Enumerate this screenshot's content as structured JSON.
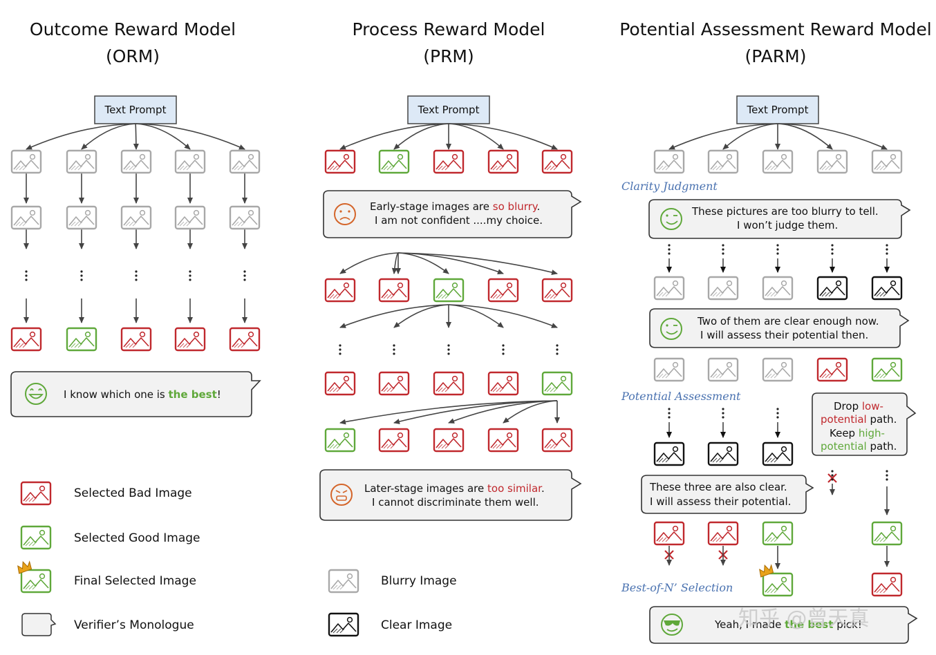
{
  "colors": {
    "bad": "#c0282d",
    "good": "#5fa83a",
    "blurry": "#a8a8a8",
    "clear": "#111111",
    "red_text": "#c0282d",
    "green_text": "#5fa83a",
    "blue_label": "#4a72b0",
    "prompt_fill": "#dde9f6",
    "bubble_fill": "#f2f2f2",
    "crown": "#e8a21a"
  },
  "titles": {
    "orm_line1": "Outcome Reward Model",
    "orm_line2": "(ORM)",
    "prm_line1": "Process Reward Model",
    "prm_line2": "(PRM)",
    "parm_line1": "Potential Assessment Reward Model",
    "parm_line2": "(PARM)"
  },
  "prompts": {
    "orm": "Text Prompt",
    "prm": "Text Prompt",
    "parm": "Text Prompt"
  },
  "ellipsis": "⋮",
  "orm": {
    "bubble": {
      "pre": "I know which one is ",
      "highlight": "the best",
      "post": "!"
    }
  },
  "prm": {
    "bubble1": {
      "line1_pre": "Early-stage images  are ",
      "line1_highlight": "so blurry",
      "line1_post": ".",
      "line2": "I am not confident ....my choice."
    },
    "bubble2": {
      "line1_pre": "Later-stage images are ",
      "line1_highlight": "too similar",
      "line1_post": ".",
      "line2": "I cannot discriminate them well."
    }
  },
  "parm": {
    "label_clarity": "Clarity Judgment",
    "label_potential": "Potential Assessment",
    "label_bon": "Best-of-N’ Selection",
    "bubble1": {
      "line1": "These pictures are too blurry to tell.",
      "line2": "I won’t judge them."
    },
    "bubble2": {
      "line1": "Two of them are clear enough now.",
      "line2": "I will assess their potential then."
    },
    "bubble3": {
      "line1": "These three are also clear.",
      "line2": "I will assess their potential."
    },
    "bubble4": {
      "l1_pre": "Drop ",
      "l1_red": "low-",
      "l2_red": "potential",
      "l2_post": " path.",
      "l3_pre": "Keep  ",
      "l3_green": "high-",
      "l4_green": "potential",
      "l4_post": " path."
    },
    "bubble5": {
      "pre": "Yeah, I made ",
      "highlight": "the best",
      "post": " pick!"
    }
  },
  "legend": {
    "bad": "Selected Bad Image",
    "good": "Selected Good Image",
    "final": "Final Selected Image",
    "monologue": "Verifier’s Monologue",
    "blurry": "Blurry Image",
    "clear": "Clear Image"
  },
  "watermark": "知乎 @曾天真"
}
